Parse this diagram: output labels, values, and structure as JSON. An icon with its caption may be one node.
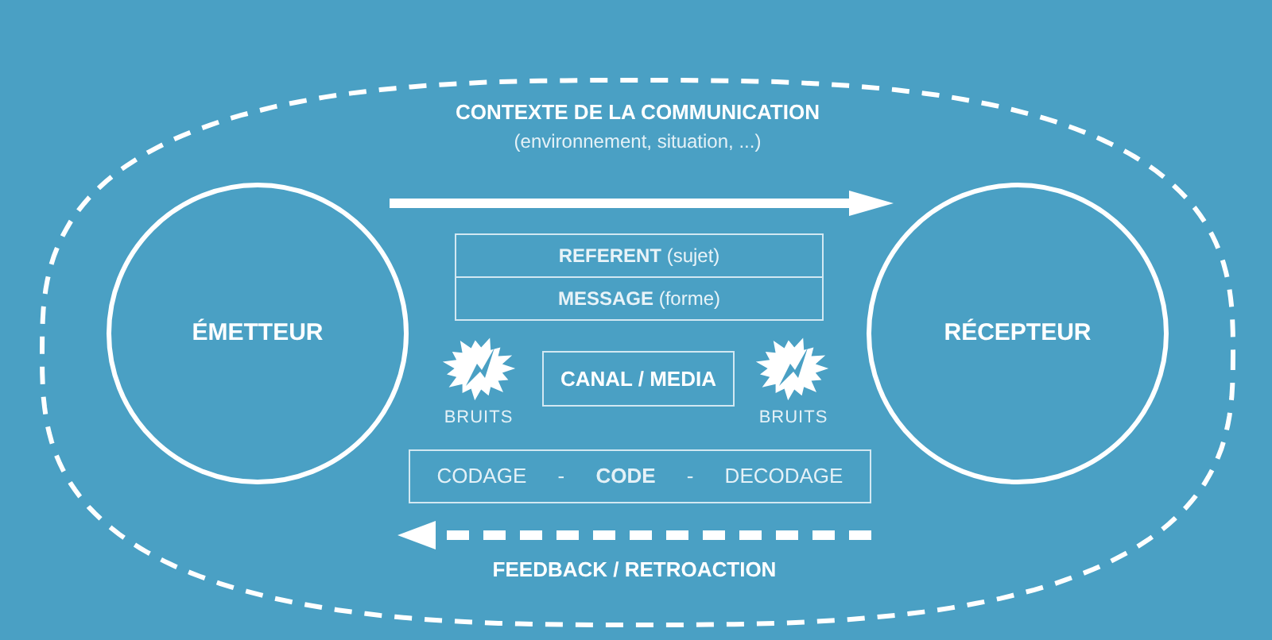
{
  "diagram": {
    "nodes": [
      {
        "text": [
          "CONTEXTE DE LA COMMUNICATION",
          "(environnement, situation, ...)"
        ]
      },
      {
        "text": [
          "ÉMETTEUR"
        ],
        "in": 0
      },
      {
        "text": [
          "RÉCEPTEUR"
        ],
        "in": 0
      },
      {
        "text": [
          "**REFERENT** (sujet)"
        ],
        "in": 0
      },
      {
        "text": [
          "**MESSAGE** (forme)"
        ],
        "in": 0
      },
      {
        "text": [
          "CANAL / MEDIA"
        ],
        "in": 0
      },
      {
        "text": [
          "CODAGE - **CODE** - DECODAGE"
        ],
        "in": 0
      }
    ],
    "edges": [
      {
        "from": 1,
        "to": 2,
        "arrow": "to"
      }
    ],
    "labels": [
      "BRUITS",
      "BRUITS",
      "FEEDBACK / RETROACTION"
    ]
  }
}
